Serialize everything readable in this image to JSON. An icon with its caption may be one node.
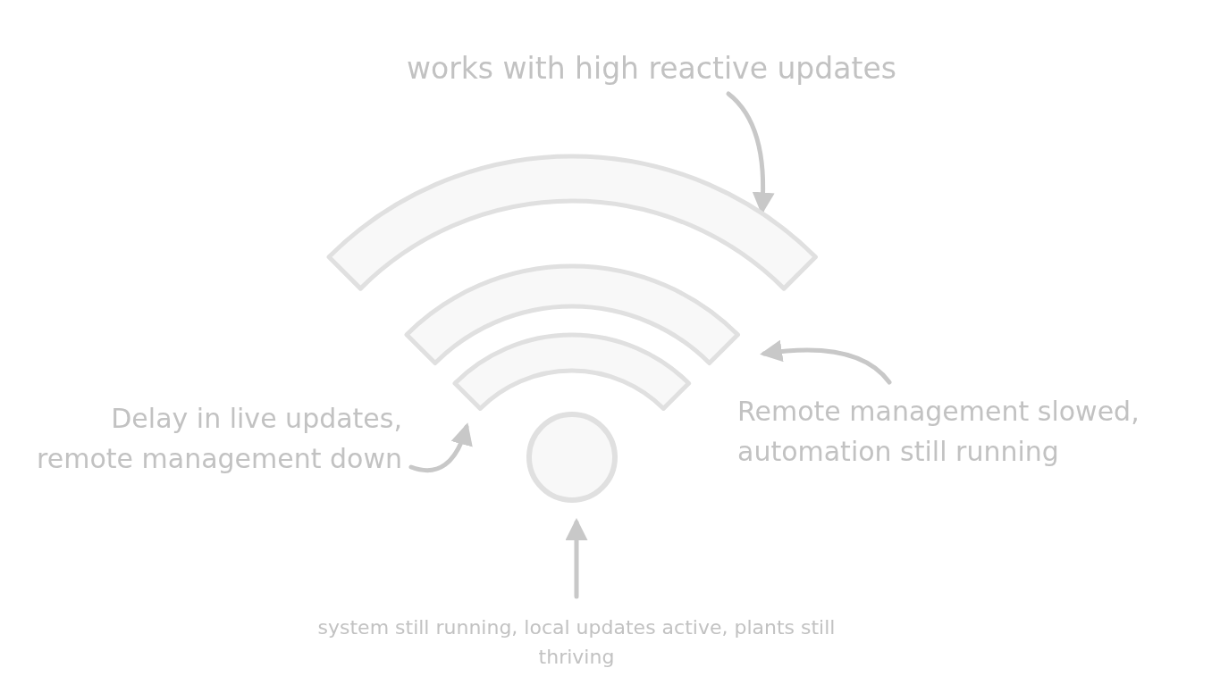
{
  "diagram": {
    "nodes": [
      {
        "text": [
          "works with high reactive updates"
        ]
      },
      {
        "text": [],
        "shape": "arc"
      },
      {
        "text": [],
        "shape": "arc"
      },
      {
        "text": [],
        "shape": "arc"
      },
      {
        "text": [],
        "shape": "circle"
      },
      {
        "text": [
          "Remote management slowed, automation still running"
        ]
      },
      {
        "text": [
          "Delay in live updates, remote management down"
        ]
      },
      {
        "text": [
          "system still running, local updates active, plants still thriving"
        ]
      }
    ],
    "edges": [
      {
        "from": 0,
        "to": 1,
        "arrow": "to"
      },
      {
        "from": 5,
        "to": 2,
        "arrow": "to"
      },
      {
        "from": 6,
        "to": 3,
        "arrow": "to"
      },
      {
        "from": 7,
        "to": 4,
        "arrow": "to"
      }
    ]
  }
}
